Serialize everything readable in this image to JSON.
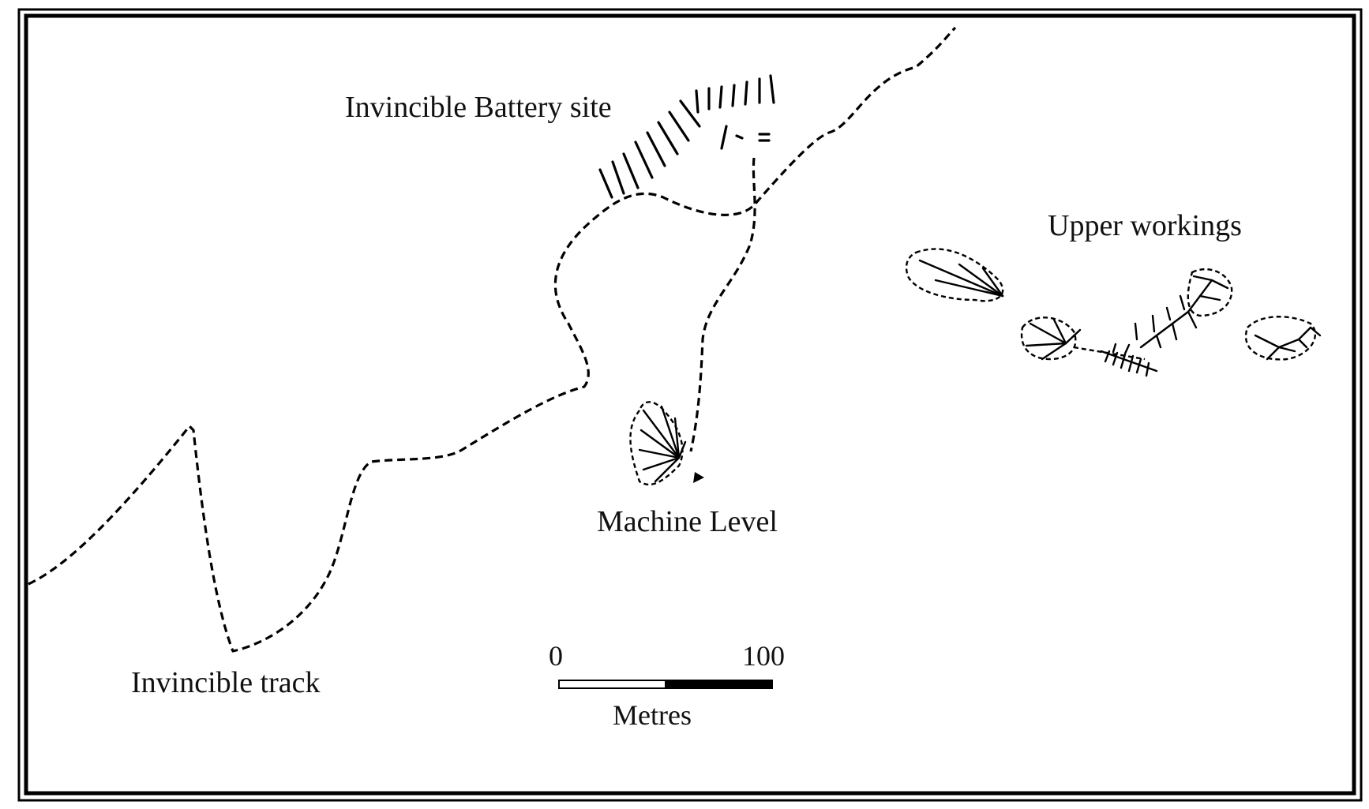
{
  "map": {
    "labels": {
      "battery_site": "Invincible Battery site",
      "upper_workings": "Upper workings",
      "machine_level": "Machine Level",
      "invincible_track": "Invincible track"
    },
    "scale_bar": {
      "start_label": "0",
      "end_label": "100",
      "unit_label": "Metres"
    },
    "colors": {
      "ink": "#000000",
      "background": "#ffffff"
    },
    "symbols": {
      "track": "dashed-line",
      "mine-dump": "dashed-outline-with-radiating-lines",
      "scarp": "hachures",
      "mine-entrance": "arrowhead"
    }
  }
}
